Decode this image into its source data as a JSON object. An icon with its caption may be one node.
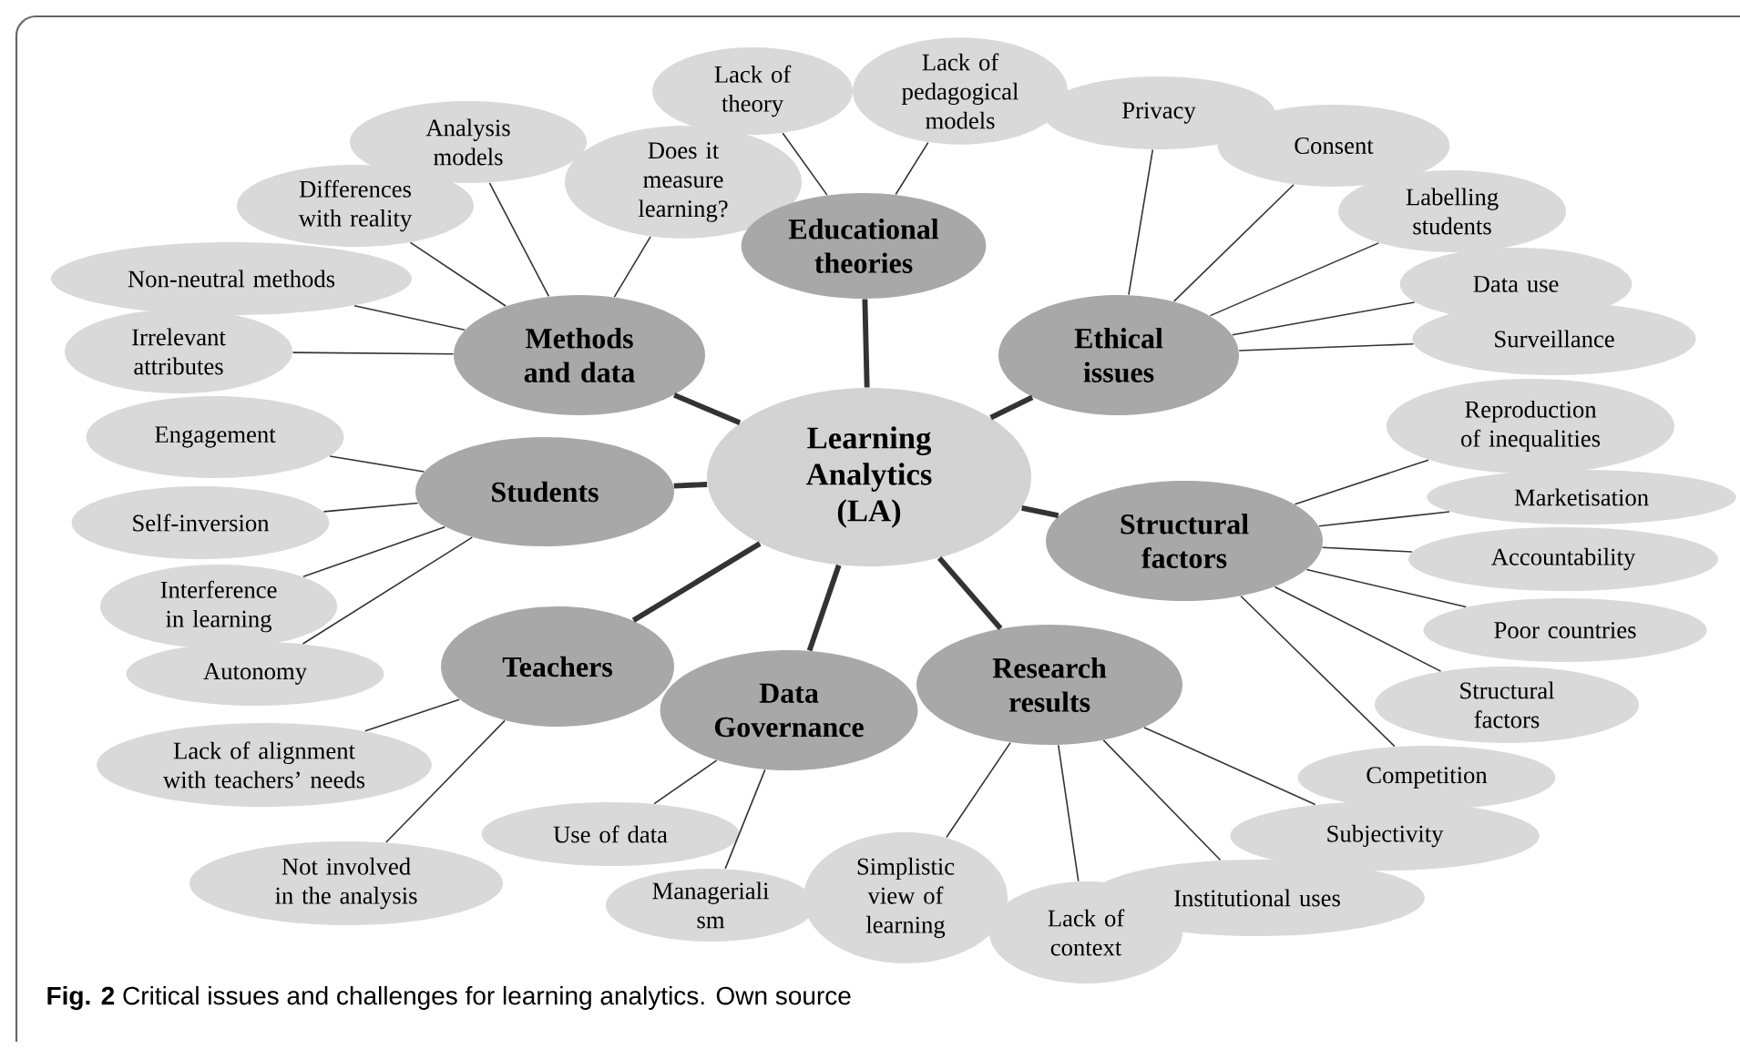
{
  "diagram": {
    "caption": "**Fig. 2** Critical issues and challenges for learning analytics. Own source",
    "nodes": [
      {
        "text": [
          "Learning Analytics (LA)"
        ]
      },
      {
        "text": [
          "Methods and data"
        ]
      },
      {
        "text": [
          "Educational theories"
        ]
      },
      {
        "text": [
          "Ethical issues"
        ]
      },
      {
        "text": [
          "Students"
        ]
      },
      {
        "text": [
          "Structural factors"
        ]
      },
      {
        "text": [
          "Teachers"
        ]
      },
      {
        "text": [
          "Data Governance"
        ]
      },
      {
        "text": [
          "Research results"
        ]
      },
      {
        "text": [
          "Lack of theory"
        ]
      },
      {
        "text": [
          "Lack of pedagogical models"
        ]
      },
      {
        "text": [
          "Analysis models"
        ]
      },
      {
        "text": [
          "Differences with reality"
        ]
      },
      {
        "text": [
          "Does it measure learning?"
        ]
      },
      {
        "text": [
          "Privacy"
        ]
      },
      {
        "text": [
          "Consent"
        ]
      },
      {
        "text": [
          "Labelling students"
        ]
      },
      {
        "text": [
          "Non-neutral methods"
        ]
      },
      {
        "text": [
          "Data use"
        ]
      },
      {
        "text": [
          "Surveillance"
        ]
      },
      {
        "text": [
          "Irrelevant attributes"
        ]
      },
      {
        "text": [
          "Reproduction of inequalities"
        ]
      },
      {
        "text": [
          "Engagement"
        ]
      },
      {
        "text": [
          "Marketisation"
        ]
      },
      {
        "text": [
          "Self-inversion"
        ]
      },
      {
        "text": [
          "Accountability"
        ]
      },
      {
        "text": [
          "Interference in learning"
        ]
      },
      {
        "text": [
          "Poor countries"
        ]
      },
      {
        "text": [
          "Autonomy"
        ]
      },
      {
        "text": [
          "Structural factors"
        ]
      },
      {
        "text": [
          "Lack of alignment with teachers’ needs"
        ]
      },
      {
        "text": [
          "Competition"
        ]
      },
      {
        "text": [
          "Use of data"
        ]
      },
      {
        "text": [
          "Subjectivity"
        ]
      },
      {
        "text": [
          "Not involved in the analysis"
        ]
      },
      {
        "text": [
          "Institutional uses"
        ]
      },
      {
        "text": [
          "Simplistic view of learning"
        ]
      },
      {
        "text": [
          "Manageriali sm"
        ]
      },
      {
        "text": [
          "Lack of context"
        ]
      }
    ],
    "edges": [
      {
        "from": 0,
        "to": 1,
        "arrow": "none",
        "style": "thick"
      },
      {
        "from": 0,
        "to": 2,
        "arrow": "none",
        "style": "thick"
      },
      {
        "from": 0,
        "to": 3,
        "arrow": "none",
        "style": "thick"
      },
      {
        "from": 0,
        "to": 4,
        "arrow": "none",
        "style": "thick"
      },
      {
        "from": 0,
        "to": 5,
        "arrow": "none",
        "style": "thick"
      },
      {
        "from": 0,
        "to": 6,
        "arrow": "none",
        "style": "thick"
      },
      {
        "from": 0,
        "to": 7,
        "arrow": "none",
        "style": "thick"
      },
      {
        "from": 0,
        "to": 8,
        "arrow": "none",
        "style": "thick"
      },
      {
        "from": 2,
        "to": 9,
        "arrow": "none"
      },
      {
        "from": 2,
        "to": 10,
        "arrow": "none"
      },
      {
        "from": 1,
        "to": 11,
        "arrow": "none"
      },
      {
        "from": 1,
        "to": 12,
        "arrow": "none"
      },
      {
        "from": 1,
        "to": 13,
        "arrow": "none"
      },
      {
        "from": 3,
        "to": 14,
        "arrow": "none"
      },
      {
        "from": 3,
        "to": 15,
        "arrow": "none"
      },
      {
        "from": 3,
        "to": 16,
        "arrow": "none"
      },
      {
        "from": 1,
        "to": 17,
        "arrow": "none"
      },
      {
        "from": 3,
        "to": 18,
        "arrow": "none"
      },
      {
        "from": 3,
        "to": 19,
        "arrow": "none"
      },
      {
        "from": 1,
        "to": 20,
        "arrow": "none"
      },
      {
        "from": 5,
        "to": 21,
        "arrow": "none"
      },
      {
        "from": 4,
        "to": 22,
        "arrow": "none"
      },
      {
        "from": 5,
        "to": 23,
        "arrow": "none"
      },
      {
        "from": 4,
        "to": 24,
        "arrow": "none"
      },
      {
        "from": 5,
        "to": 25,
        "arrow": "none"
      },
      {
        "from": 4,
        "to": 26,
        "arrow": "none"
      },
      {
        "from": 5,
        "to": 27,
        "arrow": "none"
      },
      {
        "from": 4,
        "to": 28,
        "arrow": "none"
      },
      {
        "from": 5,
        "to": 29,
        "arrow": "none"
      },
      {
        "from": 6,
        "to": 30,
        "arrow": "none"
      },
      {
        "from": 5,
        "to": 31,
        "arrow": "none"
      },
      {
        "from": 7,
        "to": 32,
        "arrow": "none"
      },
      {
        "from": 8,
        "to": 33,
        "arrow": "none"
      },
      {
        "from": 6,
        "to": 34,
        "arrow": "none"
      },
      {
        "from": 8,
        "to": 35,
        "arrow": "none"
      },
      {
        "from": 8,
        "to": 36,
        "arrow": "none"
      },
      {
        "from": 7,
        "to": 37,
        "arrow": "none"
      },
      {
        "from": 8,
        "to": 38,
        "arrow": "none"
      }
    ]
  }
}
